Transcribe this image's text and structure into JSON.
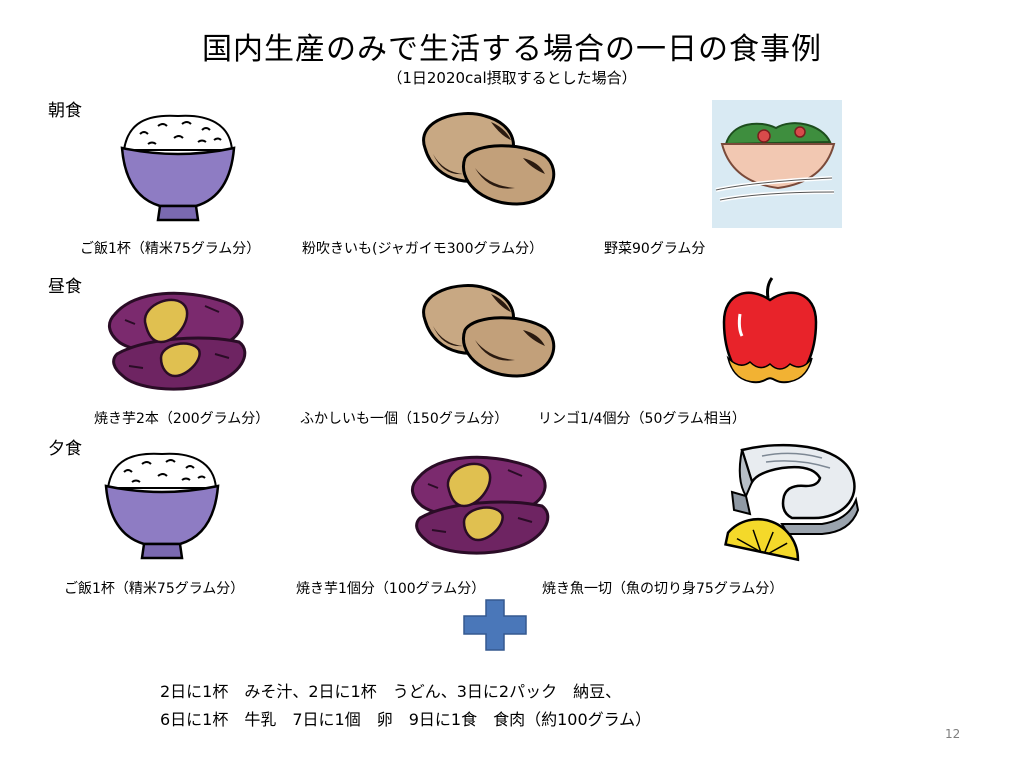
{
  "slide": {
    "title": "国内生産のみで生活する場合の一日の食事例",
    "subtitle": "（1日2020cal摂取するとした場合）",
    "page_number": "12"
  },
  "meals": {
    "breakfast": {
      "label": "朝食",
      "items": [
        {
          "caption": "ご飯1杯（精米75グラム分）",
          "icon": "rice-bowl-icon"
        },
        {
          "caption": "粉吹きいも(ジャガイモ300グラム分）",
          "icon": "potato-icon"
        },
        {
          "caption": "野菜90グラム分",
          "icon": "salad-icon"
        }
      ]
    },
    "lunch": {
      "label": "昼食",
      "items": [
        {
          "caption": "焼き芋2本（200グラム分）",
          "icon": "sweet-potato-icon"
        },
        {
          "caption": "ふかしいも一個（150グラム分）",
          "icon": "potato-icon"
        },
        {
          "caption": "リンゴ1/4個分（50グラム相当）",
          "icon": "apple-icon"
        }
      ]
    },
    "dinner": {
      "label": "夕食",
      "items": [
        {
          "caption": "ご飯1杯（精米75グラム分）",
          "icon": "rice-bowl-icon"
        },
        {
          "caption": "焼き芋1個分（100グラム分）",
          "icon": "sweet-potato-icon"
        },
        {
          "caption": "焼き魚一切（魚の切り身75グラム分）",
          "icon": "grilled-fish-icon"
        }
      ]
    }
  },
  "extras": {
    "icon": "plus-icon",
    "line1": "2日に1杯　みそ汁、2日に1杯　うどん、3日に2パック　納豆、",
    "line2": "6日に1杯　牛乳　7日に1個　卵　9日に1食　食肉（約100グラム）"
  },
  "colors": {
    "bowl": "#8e7cc3",
    "potato": "#c8a883",
    "sweet_potato_skin": "#7b2a6e",
    "sweet_potato_flesh": "#e0c050",
    "apple": "#e8232a",
    "plus": "#4a77b9",
    "salad_bg": "#d9eaf3"
  }
}
